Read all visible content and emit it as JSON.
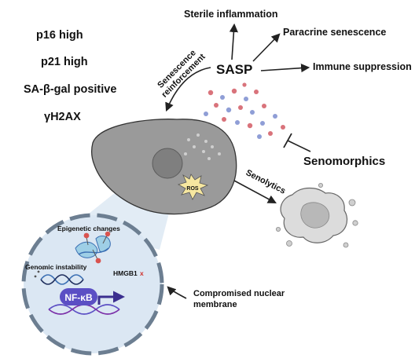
{
  "markers": [
    "p16 high",
    "p21 high",
    "SA-β-gal positive",
    "γH2AX"
  ],
  "sasp": {
    "label": "SASP",
    "outputs": [
      "Sterile inflammation",
      "Paracrine senescence",
      "Immune suppression"
    ]
  },
  "reinforcement": [
    "Senescence",
    "reinforcement"
  ],
  "senomorphics": "Senomorphics",
  "senolytics": "Senolytics",
  "ros": "ROS",
  "nucleus_zoom": {
    "epigenetic": "Epigenetic changes",
    "genomic": "Genomic instability",
    "hmgb1": "HMGB1",
    "hmgb1_mark": "x",
    "nfkb": "NF-κB"
  },
  "membrane": [
    "Compromised nuclear",
    "membrane"
  ],
  "colors": {
    "cell": "#9a9a9a",
    "nucleus": "#7f7f7f",
    "zoom_fill": "#dbe7f3",
    "zoom_border": "#6c7e91",
    "sasp_red": "#d9737b",
    "sasp_blue": "#8f9ed6",
    "nfkb": "#5b4fc4",
    "dna_blue": "#3a6fb3",
    "ros": "#f6e7a0",
    "x_red": "#d0302a"
  }
}
